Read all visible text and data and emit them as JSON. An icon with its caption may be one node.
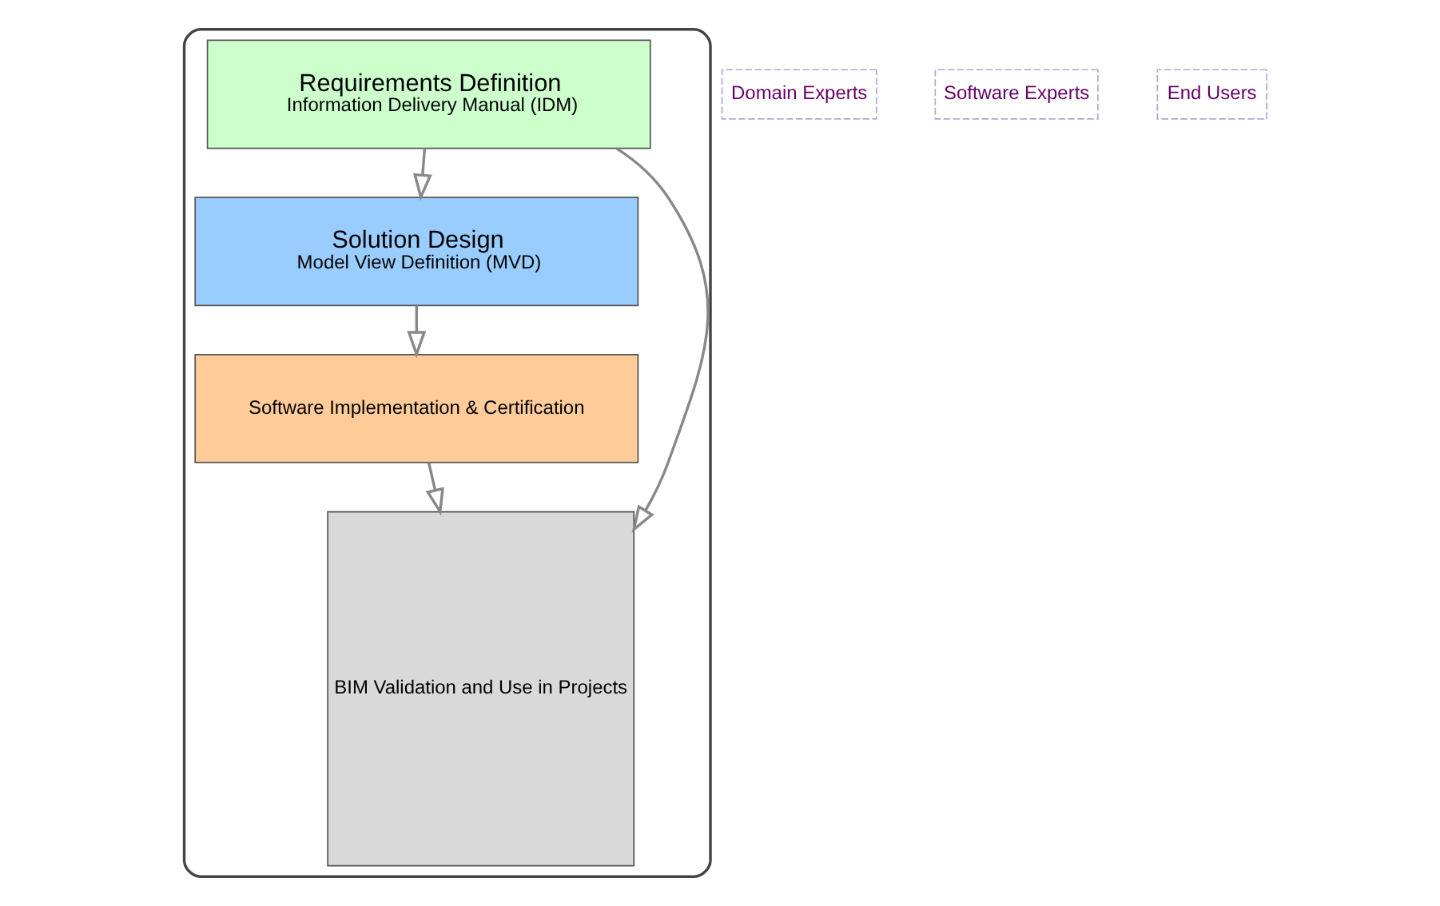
{
  "diagram": {
    "nodes": [
      {
        "text": [],
        "shape": "box"
      },
      {
        "text": [
          "Requirements Definition",
          "Information Delivery Manual (IDM)"
        ],
        "in": 0
      },
      {
        "text": [
          "Solution Design",
          "Model View Definition (MVD)"
        ],
        "in": 0
      },
      {
        "text": [
          "Software Implementation & Certification"
        ],
        "in": 0
      },
      {
        "text": [
          "BIM Validation and Use in Projects"
        ],
        "in": 0
      },
      {
        "text": [
          "Domain Experts"
        ]
      },
      {
        "text": [
          "Software Experts"
        ]
      },
      {
        "text": [
          "End Users"
        ]
      }
    ],
    "edges": [
      {
        "from": 1,
        "to": 2,
        "arrow": "to"
      },
      {
        "from": 2,
        "to": 3,
        "arrow": "to"
      },
      {
        "from": 1,
        "to": 4,
        "arrow": "to"
      },
      {
        "from": 3,
        "to": 4,
        "arrow": "to"
      }
    ]
  }
}
